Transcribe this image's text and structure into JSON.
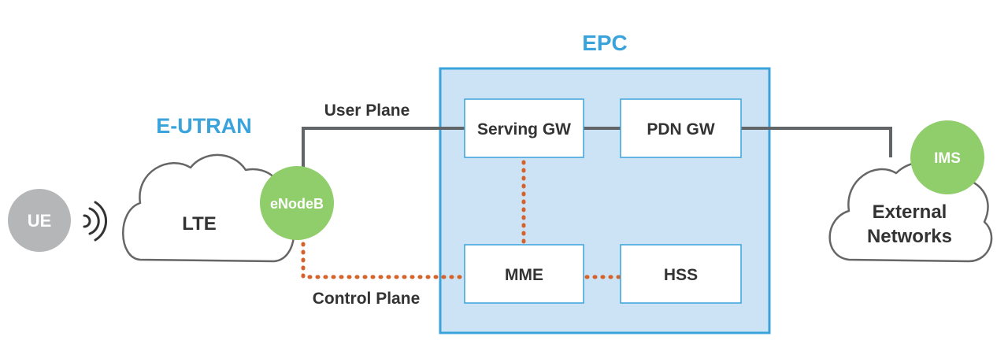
{
  "colors": {
    "accent_blue": "#3aa3dc",
    "epc_fill": "#cbe3f4",
    "epc_border": "#3aa3dc",
    "node_border": "#3aa3dc",
    "line_gray": "#626567",
    "dotted_orange": "#d4622a",
    "green": "#90cd6b",
    "ue_gray": "#b5b6b8",
    "text_dark": "#333333",
    "cloud_stroke": "#666666"
  },
  "labels": {
    "ue": "UE",
    "lte": "LTE",
    "e_utran": "E-UTRAN",
    "enodeb": "eNodeB",
    "user_plane": "User Plane",
    "control_plane": "Control Plane",
    "epc": "EPC",
    "serving_gw": "Serving GW",
    "pdn_gw": "PDN GW",
    "mme": "MME",
    "hss": "HSS",
    "ims": "IMS",
    "external_line1": "External",
    "external_line2": "Networks"
  },
  "icons": {
    "signal": "radio-waves-icon",
    "cloud": "cloud-icon"
  }
}
